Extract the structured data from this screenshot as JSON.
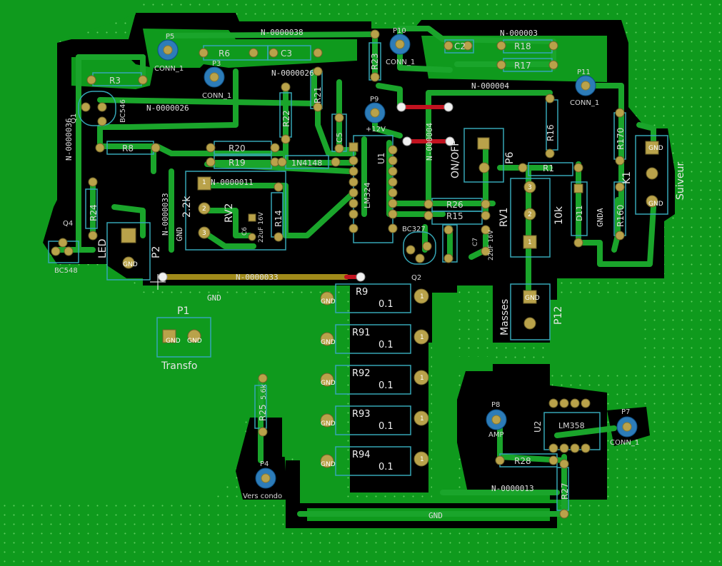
{
  "board": {
    "copper_color": "#0f9a1d",
    "clearance_color": "#000000",
    "track_color": "#1aa52b",
    "pad_color": "#b9a24a",
    "silk_color": "#35a6b6",
    "jumper_color": "#c1121f",
    "yellow_track_color": "#a08a1a"
  },
  "nets": {
    "n38": "N-0000038",
    "n03": "N-000003",
    "n26a": "N-0000026",
    "n26b": "N-0000026",
    "n04a": "N-000004",
    "n04b": "N-000004",
    "n11": "N-0000011",
    "n33a": "N-0000033",
    "n33b": "N-0000033",
    "n36": "N-0000036",
    "n13": "N-0000013",
    "gnd1": "GND",
    "gnd2": "GND",
    "gnd3": "GND",
    "gnda": "GNDA"
  },
  "refs": {
    "p5": "P5",
    "p5v": "CONN_1",
    "p3": "P3",
    "p3v": "CONN_1",
    "p10": "P10",
    "p10v": "CONN_1",
    "p11": "P11",
    "p11v": "CONN_1",
    "p9": "P9",
    "p9v": "+12V",
    "p8": "P8",
    "p8v": "AMP",
    "p7": "P7",
    "p7v": "CONN_1",
    "p4": "P4",
    "p4v": "Vers condo",
    "r6": "R6",
    "c3": "C3",
    "r23": "R23",
    "c2": "C2",
    "r18": "R18",
    "r17": "R17",
    "r3": "R3",
    "q1": "Q1",
    "bc546": "BC546",
    "r21": "R21",
    "r22": "R22",
    "r16": "R16",
    "r170": "R170",
    "r8": "R8",
    "r20": "R20",
    "r19": "R19",
    "d1n": "1N4148",
    "c5": "C5",
    "u1": "U1",
    "lm324": "LM324",
    "onoff": "ON/OFF",
    "p6": "P6",
    "r1": "R1",
    "k1": "K1",
    "suiveur": "Suiveur",
    "r24": "R24",
    "rv2": "RV2",
    "rv2v": "2.2k",
    "r14": "R14",
    "r26": "R26",
    "r15": "R15",
    "rv1": "RV1",
    "rv1v": "10k",
    "d11": "D11",
    "r160": "R160",
    "q4": "Q4",
    "bc548": "BC548",
    "led": "LED",
    "p2": "P2",
    "c6": "C6",
    "c6v": "22uF 16V",
    "bc327": "BC327",
    "q2": "Q2",
    "c7": "C7",
    "c7v": "22uF 16V",
    "p1": "P1",
    "transfo": "Transfo",
    "masses": "Masses",
    "p12": "P12",
    "r9": "R9",
    "r91": "R91",
    "r92": "R92",
    "r93": "R93",
    "r94": "R94",
    "rval": "0.1",
    "r25": "R25",
    "r25v": "5.6k",
    "u2": "U2",
    "lm358": "LM358",
    "r28": "R28",
    "r27": "R27",
    "pin1": "1",
    "pin2": "2",
    "pin3": "3",
    "padgnd": "GND"
  }
}
